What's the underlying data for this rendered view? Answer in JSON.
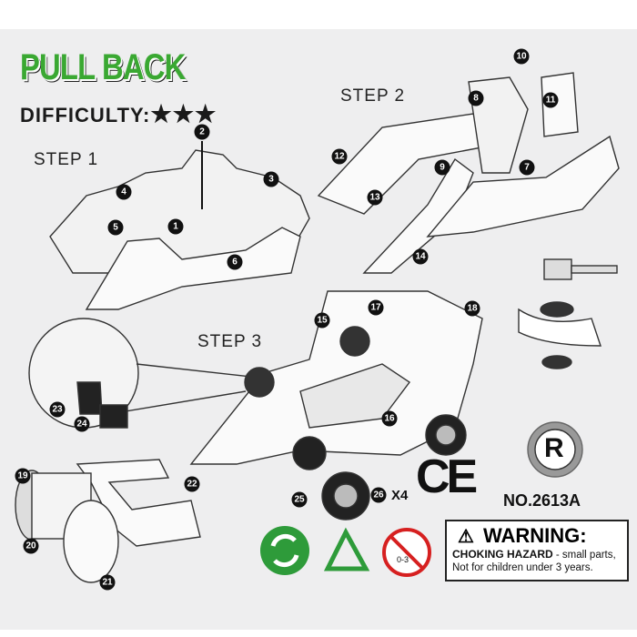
{
  "header": {
    "title": "PULL BACK",
    "difficulty_label": "DIFFICULTY:",
    "difficulty_stars": 3,
    "stars_text": "★★★"
  },
  "steps": [
    "STEP 1",
    "STEP 2",
    "STEP 3"
  ],
  "parts": [
    "1",
    "2",
    "3",
    "4",
    "5",
    "6",
    "7",
    "8",
    "9",
    "10",
    "11",
    "12",
    "13",
    "14",
    "15",
    "16",
    "17",
    "18",
    "19",
    "20",
    "21",
    "22",
    "23",
    "24",
    "25",
    "26"
  ],
  "wheel_quantity": "X4",
  "certification": {
    "ce": "CE",
    "registered": "R",
    "model_number": "NO.2613A",
    "age_label": "0-3"
  },
  "warning": {
    "heading": "WARNING:",
    "hazard": "CHOKING HAZARD",
    "line1_rest": " - small parts,",
    "line2": "Not for children under 3 years."
  },
  "colors": {
    "title_green": "#3aa832",
    "background": "#eeeeef",
    "recycle_green": "#2e9b3a",
    "no_sign_red": "#d62020"
  }
}
